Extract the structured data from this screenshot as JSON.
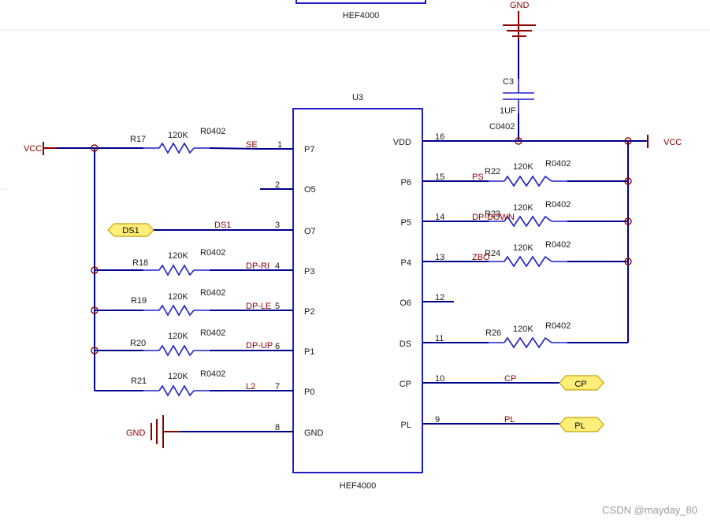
{
  "chips": {
    "top_partial": {
      "name": "HEF4000"
    },
    "u3": {
      "designator": "U3",
      "name": "HEF4000",
      "left_pins": [
        {
          "num": "1",
          "label": "P7"
        },
        {
          "num": "2",
          "label": "O5"
        },
        {
          "num": "3",
          "label": "O7"
        },
        {
          "num": "4",
          "label": "P3"
        },
        {
          "num": "5",
          "label": "P2"
        },
        {
          "num": "6",
          "label": "P1"
        },
        {
          "num": "7",
          "label": "P0"
        },
        {
          "num": "8",
          "label": "GND"
        }
      ],
      "right_pins": [
        {
          "num": "16",
          "label": "VDD"
        },
        {
          "num": "15",
          "label": "P6"
        },
        {
          "num": "14",
          "label": "P5"
        },
        {
          "num": "13",
          "label": "P4"
        },
        {
          "num": "12",
          "label": "O6"
        },
        {
          "num": "11",
          "label": "DS"
        },
        {
          "num": "10",
          "label": "CP"
        },
        {
          "num": "9",
          "label": "PL"
        }
      ]
    }
  },
  "resistors_left": [
    {
      "designator": "R17",
      "value": "120K",
      "footprint": "R0402",
      "net": "SE"
    },
    {
      "designator": "R18",
      "value": "120K",
      "footprint": "R0402",
      "net": "DP-RI"
    },
    {
      "designator": "R19",
      "value": "120K",
      "footprint": "R0402",
      "net": "DP-LE"
    },
    {
      "designator": "R20",
      "value": "120K",
      "footprint": "R0402",
      "net": "DP-UP"
    },
    {
      "designator": "R21",
      "value": "120K",
      "footprint": "R0402",
      "net": "L2"
    }
  ],
  "resistors_right": [
    {
      "designator": "R22",
      "value": "120K",
      "footprint": "R0402",
      "net": "PS"
    },
    {
      "designator": "R23",
      "value": "120K",
      "footprint": "R0402",
      "net": "DP-DOWN"
    },
    {
      "designator": "R24",
      "value": "120K",
      "footprint": "R0402",
      "net": "ZBO"
    },
    {
      "designator": "R26",
      "value": "120K",
      "footprint": "R0402",
      "net": ""
    }
  ],
  "capacitor": {
    "designator": "C3",
    "value": "1UF",
    "footprint": "C0402"
  },
  "power": {
    "vcc_left": "VCC",
    "vcc_right": "VCC",
    "gnd_top": "GND",
    "gnd_left": "GND"
  },
  "net_labels": {
    "ds1": "DS1",
    "cp": "CP",
    "pl": "PL"
  },
  "ports": {
    "ds1": "DS1",
    "cp": "CP",
    "pl": "PL"
  },
  "watermark": "CSDN @mayday_80",
  "colors": {
    "wire": "#00008b",
    "component": "#1e1ec8",
    "power": "#8b0000",
    "port_fill": "#ffef7a"
  }
}
